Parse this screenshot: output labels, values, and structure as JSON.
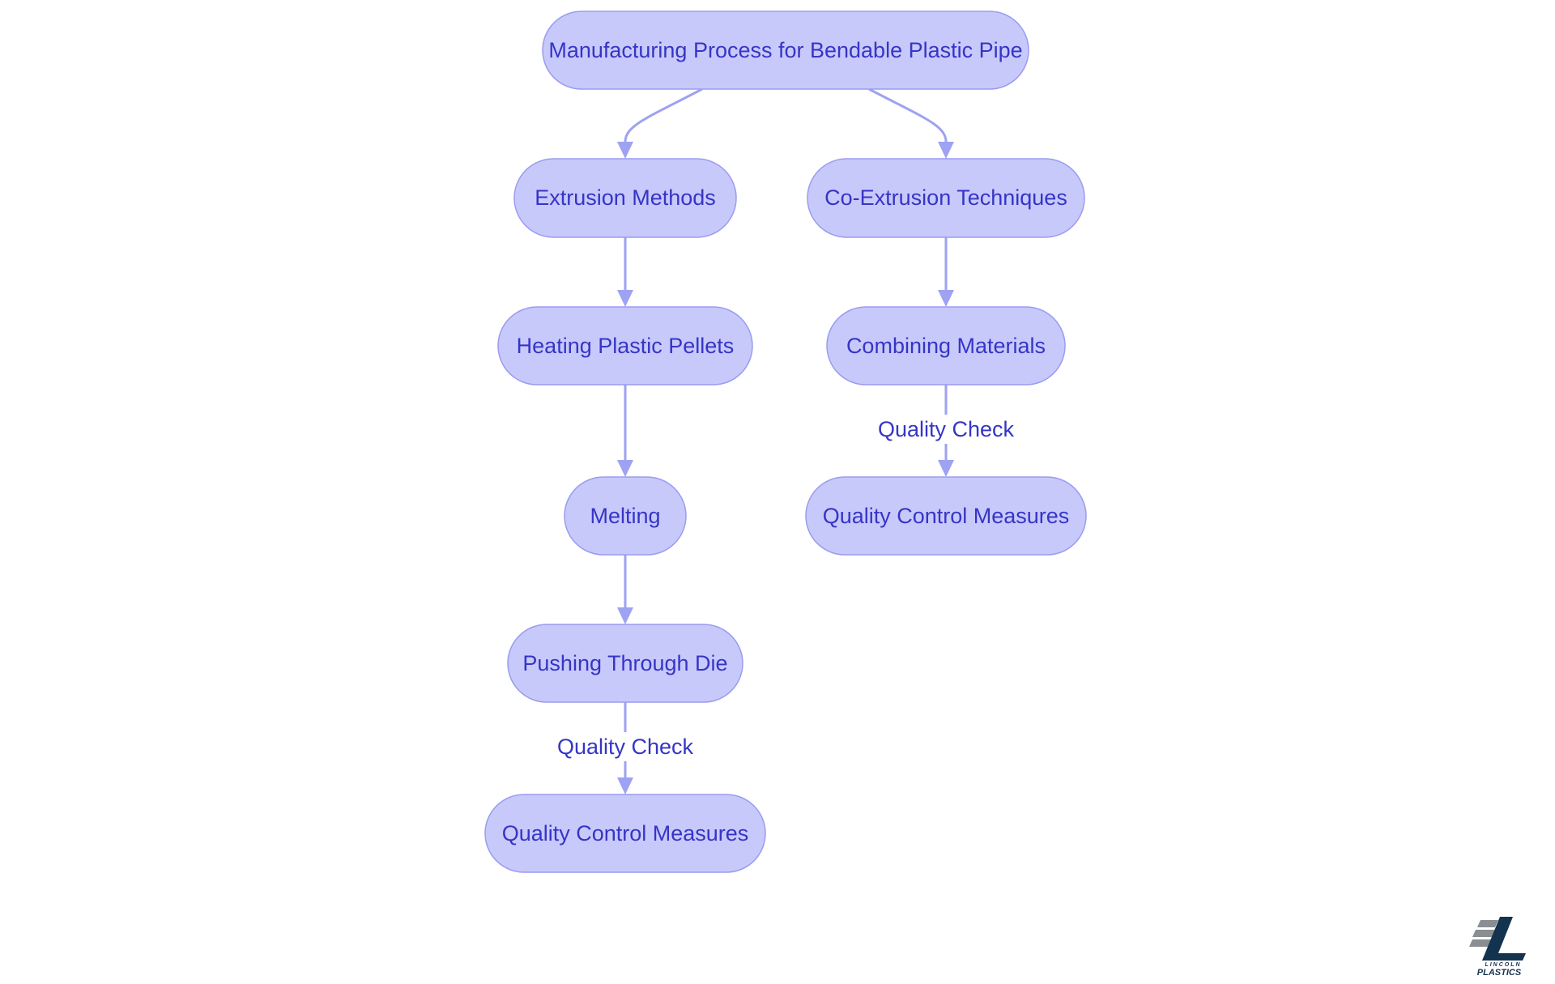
{
  "diagram": {
    "nodes": {
      "root": "Manufacturing Process for Bendable Plastic Pipe",
      "extrusion": "Extrusion Methods",
      "coextrusion": "Co-Extrusion Techniques",
      "heating": "Heating Plastic Pellets",
      "combining": "Combining Materials",
      "melting": "Melting",
      "qc_right": "Quality Control Measures",
      "pushing": "Pushing Through Die",
      "qc_left": "Quality Control Measures"
    },
    "edge_labels": {
      "combining_to_qc": "Quality Check",
      "pushing_to_qc": "Quality Check"
    }
  },
  "logo": {
    "line1": "LINCOLN",
    "line2": "PLASTICS"
  },
  "colors": {
    "node_fill": "#c8c9fb",
    "node_stroke": "#9a9cef",
    "text": "#3535c6",
    "edge": "#9ea2f2",
    "logo_dark": "#14334f",
    "logo_gray": "#8a8d91"
  }
}
